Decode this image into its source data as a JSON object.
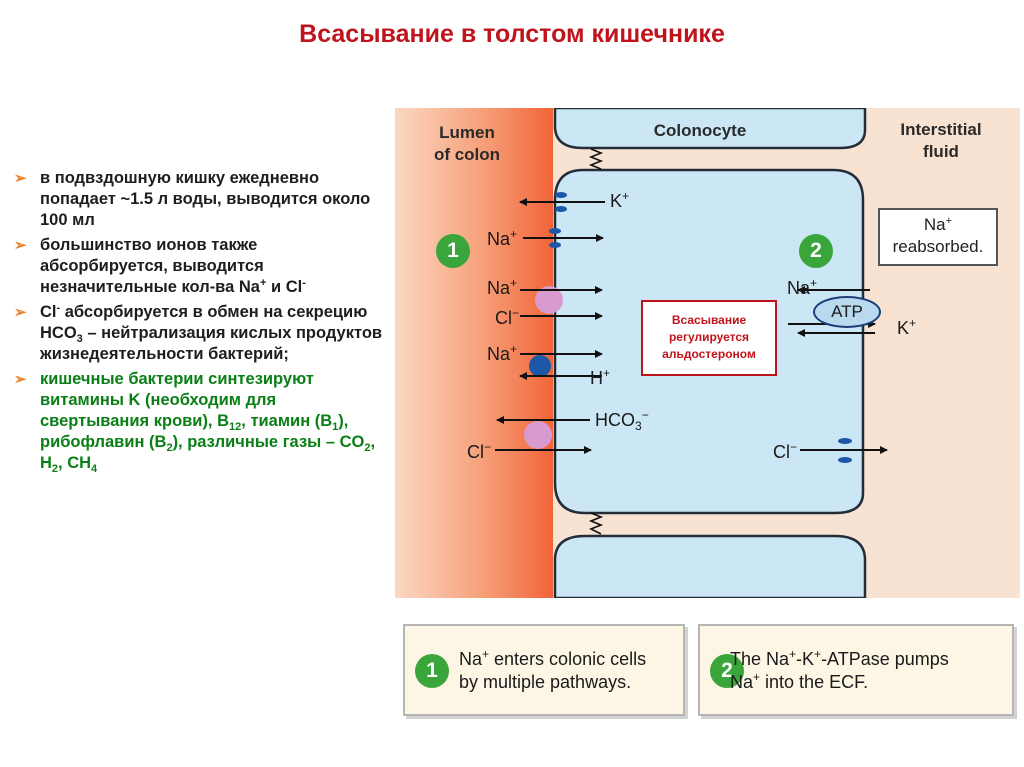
{
  "title": "Всасывание в толстом кишечнике",
  "bullets": [
    {
      "text": "в подвздошную кишку ежедневно попадает ~1.5 л воды,  выводится около 100 мл"
    },
    {
      "line1": "большинство ионов также абсорбируется, выводится незначительные кол-ва Na",
      "sup": "+",
      "line2": " и Cl",
      "sup2": "-"
    },
    {
      "cl": "Cl",
      "sup": "-",
      "rest1": " абсорбируется в обмен на секрецию HCO",
      "sub": "3",
      "rest2": " – нейтрализация кислых продуктов жизнедеятельности бактерий;"
    },
    {
      "p1": "кишечные бактерии синтезируют витамины K (необходим для свертывания крови), B",
      "s1": "12",
      "p2": ", тиамин (B",
      "s2": "1",
      "p3": "), рибофлавин (B",
      "s3": "2",
      "p4": "), различные газы – CO",
      "s4": "2",
      "p5": ", H",
      "s5": "2",
      "p6": ", CH",
      "s6": "4"
    }
  ],
  "diagram": {
    "lumen_label_1": "Lumen",
    "lumen_label_2": "of colon",
    "colonocyte_label": "Colonocyte",
    "interstitial_label_1": "Interstitial",
    "interstitial_label_2": "fluid",
    "step1": "1",
    "step2": "2",
    "ions": {
      "k": "K",
      "na": "Na",
      "cl": "Cl",
      "h": "H",
      "hco": "HCO",
      "sub3": "3",
      "plus": "+",
      "minus": "−"
    },
    "atp": "ATP",
    "reabsorbed_1": "Na",
    "reabsorbed_2": "reabsorbed.",
    "regulation_1": "Всасывание",
    "regulation_2": "регулируется",
    "regulation_3": "альдостероном"
  },
  "footer": {
    "box1_num": "1",
    "box1_line1a": "Na",
    "box1_line1b": " enters colonic cells",
    "box1_line2": "by multiple pathways.",
    "box2_num": "2",
    "box2_line1a": "The Na",
    "box2_line1b": "-K",
    "box2_line1c": "-ATPase pumps",
    "box2_line2a": "Na",
    "box2_line2b": " into the ECF.",
    "plus": "+"
  },
  "colors": {
    "title": "#c0141c",
    "bullet_marker": "#e8842c",
    "green_text": "#0a7f16",
    "cell": "#cbe6f5",
    "cell_border": "#232d38",
    "lumen": "#f4734c",
    "background_band": "#f8e3d3",
    "step_circle": "#3aa53a",
    "channel_blue": "#1d57a7",
    "transporter_pink": "#d99ad0"
  }
}
